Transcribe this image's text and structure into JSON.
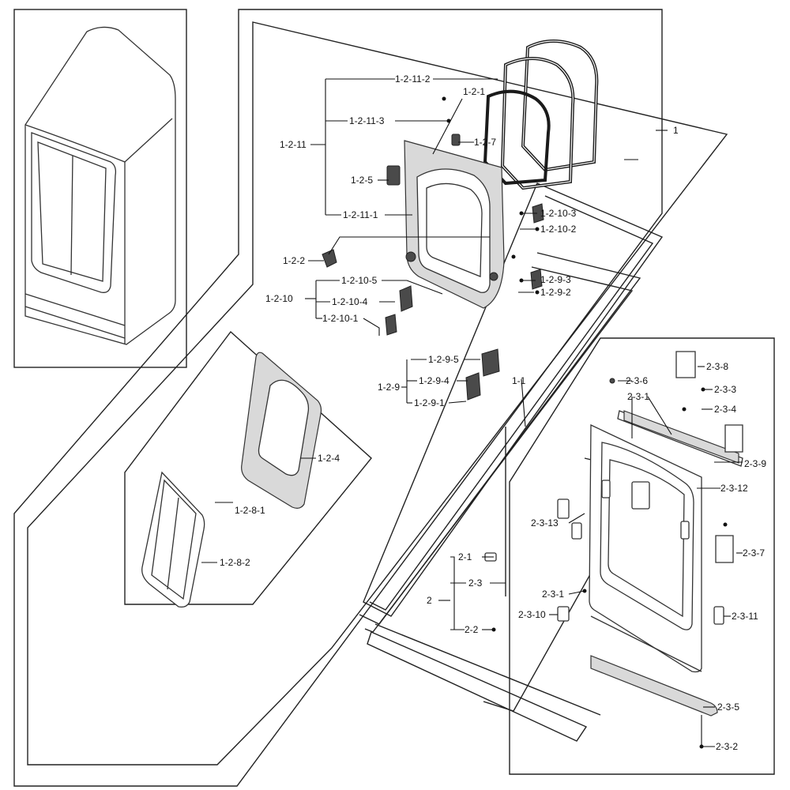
{
  "labels": {
    "l_1_2_11_2": "1-2-11-2",
    "l_1_2_1": "1-2-1",
    "l_1_2_11_3": "1-2-11-3",
    "l_1_2_11": "1-2-11",
    "l_1_2_7": "1-2-7",
    "l_1": "1",
    "l_1_2_5": "1-2-5",
    "l_1_2_10_3": "1-2-10-3",
    "l_1_2_10_2": "1-2-10-2",
    "l_1_2_11_1": "1-2-11-1",
    "l_1_2_2": "1-2-2",
    "l_1_2_9_3": "1-2-9-3",
    "l_1_2_10_5": "1-2-10-5",
    "l_1_2_9_2": "1-2-9-2",
    "l_1_2_10": "1-2-10",
    "l_1_2_10_4": "1-2-10-4",
    "l_1_2_10_1": "1-2-10-1",
    "l_1_2_9_5": "1-2-9-5",
    "l_2_3_8": "2-3-8",
    "l_1_1": "1-1",
    "l_1_2_9_4": "1-2-9-4",
    "l_2_3_6": "2-3-6",
    "l_1_2_9": "1-2-9",
    "l_2_3_3": "2-3-3",
    "l_2_3_1_top": "2-3-1",
    "l_1_2_9_1": "1-2-9-1",
    "l_2_3_4": "2-3-4",
    "l_1_2_4": "1-2-4",
    "l_2_3_9": "2-3-9",
    "l_2_3_12": "2-3-12",
    "l_1_2_8_1": "1-2-8-1",
    "l_2_3_13": "2-3-13",
    "l_2_3_7": "2-3-7",
    "l_2_1": "2-1",
    "l_1_2_8_2": "1-2-8-2",
    "l_2_3": "2-3",
    "l_2_3_1_mid": "2-3-1",
    "l_2": "2",
    "l_2_3_10": "2-3-10",
    "l_2_3_11": "2-3-11",
    "l_2_2": "2-2",
    "l_2_3_5": "2-3-5",
    "l_2_3_2": "2-3-2"
  }
}
